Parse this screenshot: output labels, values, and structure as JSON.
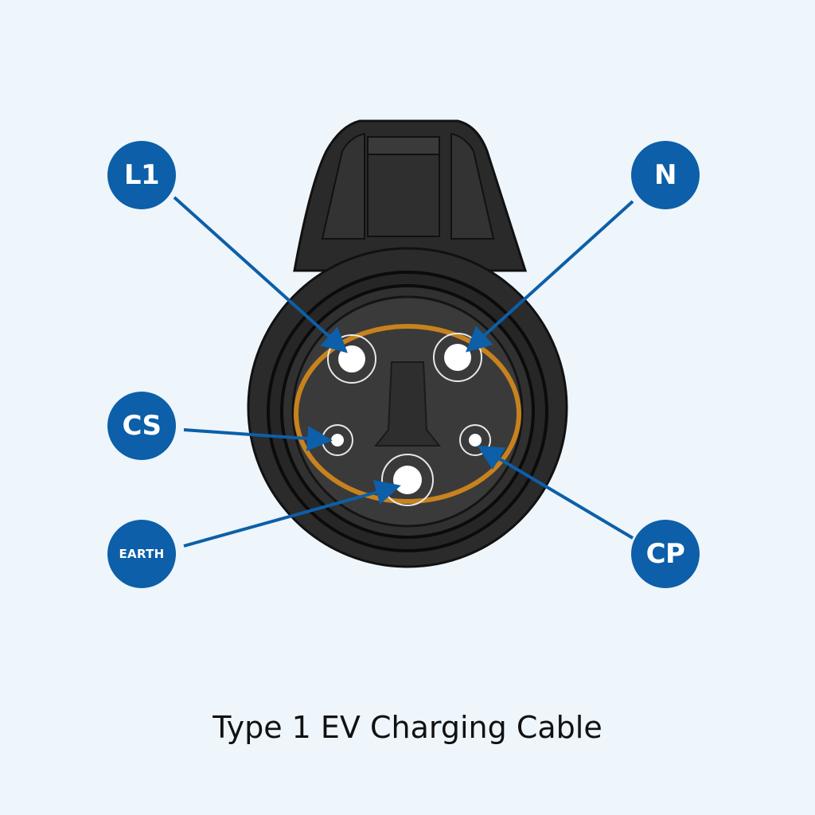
{
  "title": "Type 1 EV Charging Cable",
  "labels": {
    "l1": "L1",
    "n": "N",
    "cs": "CS",
    "earth": "EARTH",
    "cp": "CP"
  },
  "colors": {
    "background": "#eef5fb",
    "badge": "#0c5fa8",
    "arrow": "#0c5fa8",
    "connector_body": "#2b2b2b",
    "connector_face": "#3a3a3a",
    "seal_ring": "#c8821e",
    "pin": "#ffffff",
    "title_text": "#111111"
  }
}
